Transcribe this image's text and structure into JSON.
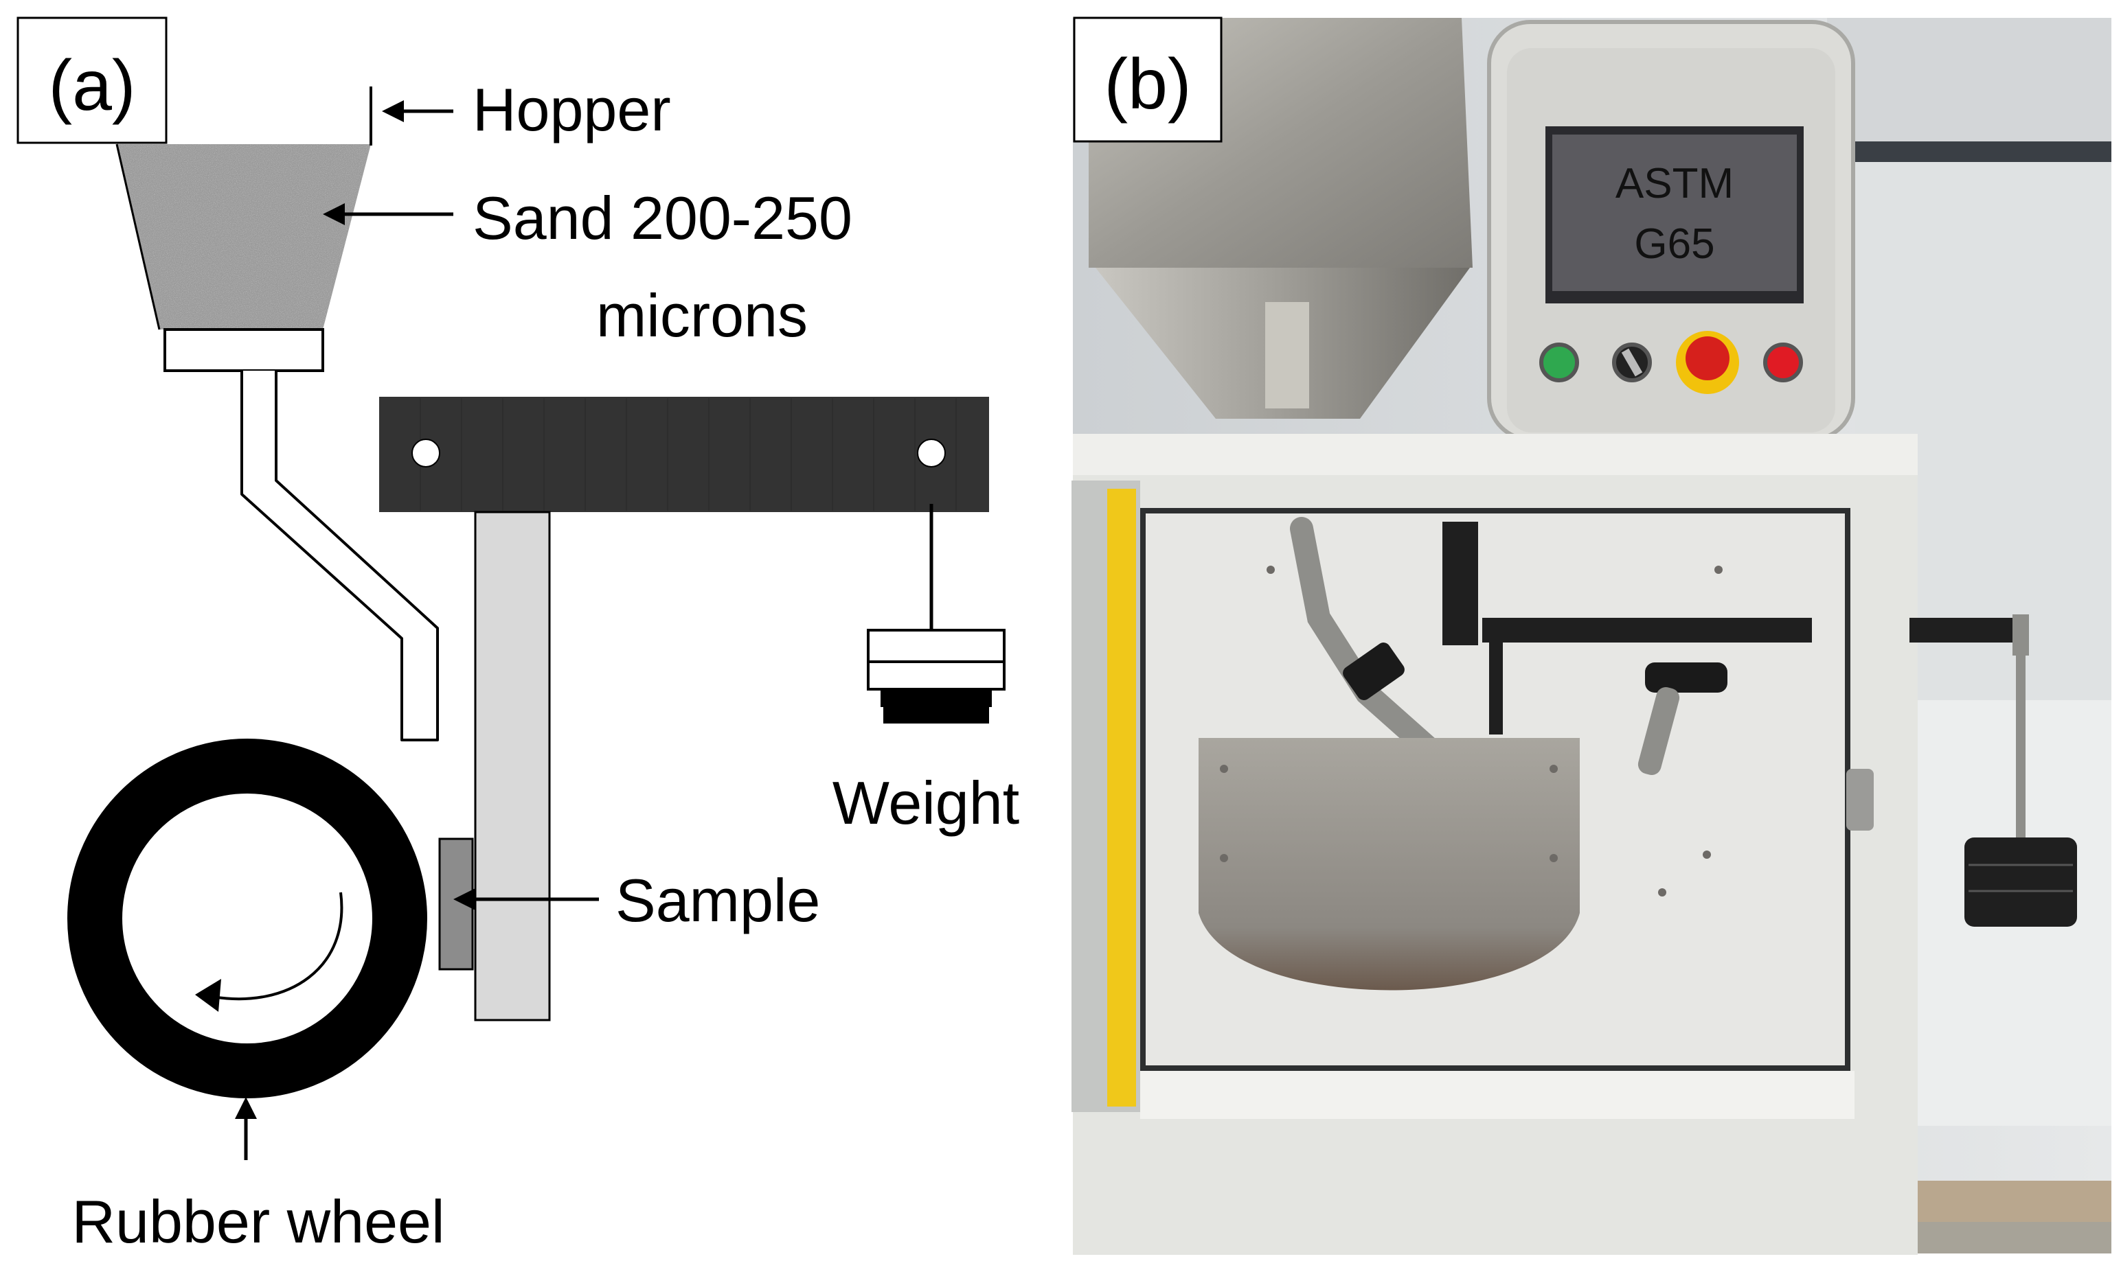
{
  "panel_a": {
    "label": "(a)",
    "hopper_label": "Hopper",
    "sand_label_line1": "Sand 200-250",
    "sand_label_line2": "microns",
    "weight_label": "Weight",
    "sample_label": "Sample",
    "wheel_label": "Rubber wheel"
  },
  "panel_b": {
    "label": "(b)",
    "screen_line1": "ASTM",
    "screen_line2": "G65"
  },
  "colors": {
    "ink": "#000000",
    "lever": "#333333",
    "arm": "#d9d9d9",
    "sample": "#8c8c8c",
    "sand": "#9a9a9a",
    "cabinet": "#e4e5e1",
    "steel": "#a3a19b",
    "screen": "#5b5a5f",
    "start_button": "#2fa84f",
    "estop": "#d6201c",
    "estop_ring": "#f2c20b",
    "warning_stripe": "#f0c81a"
  }
}
